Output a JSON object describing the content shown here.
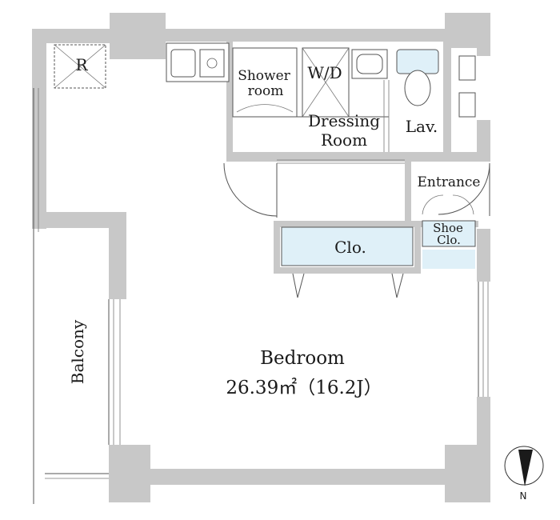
{
  "colors": {
    "wall": "#c8c8c8",
    "storage": "#dff0f8",
    "fixture": "#ffffff",
    "line": "#555555"
  },
  "rooms": {
    "r": "R",
    "shower_line1": "Shower",
    "shower_line2": "room",
    "wd": "W/D",
    "dressing_line1": "Dressing",
    "dressing_line2": "Room",
    "lav": "Lav.",
    "entrance": "Entrance",
    "shoe_line1": "Shoe",
    "shoe_line2": "Clo.",
    "clo": "Clo.",
    "balcony": "Balcony",
    "bedroom": "Bedroom",
    "bedroom_area": "26.39㎡（16.2J）"
  },
  "compass": {
    "north_label": "N"
  }
}
